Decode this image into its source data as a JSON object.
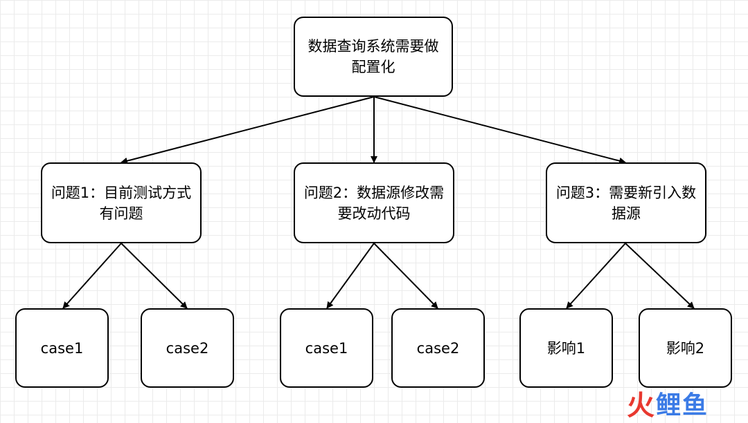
{
  "diagram": {
    "root": {
      "label_line1": "数据查询系统需要做",
      "label_line2": "配置化"
    },
    "problems": [
      {
        "label_line1": "问题1：目前测试方式",
        "label_line2": "有问题"
      },
      {
        "label_line1": "问题2：数据源修改需",
        "label_line2": "要改动代码"
      },
      {
        "label_line1": "问题3：需要新引入数",
        "label_line2": "据源"
      }
    ],
    "leaves": [
      {
        "label": "case1"
      },
      {
        "label": "case2"
      },
      {
        "label": "case1"
      },
      {
        "label": "case2"
      },
      {
        "label": "影响1"
      },
      {
        "label": "影响2"
      }
    ]
  },
  "watermark": {
    "fire": "火",
    "text": "鲤鱼"
  },
  "colors": {
    "stroke": "#000000",
    "node_fill": "#ffffff",
    "grid": "#ebebeb",
    "watermark_red": "#e8382f",
    "watermark_blue": "#3b7be6"
  }
}
